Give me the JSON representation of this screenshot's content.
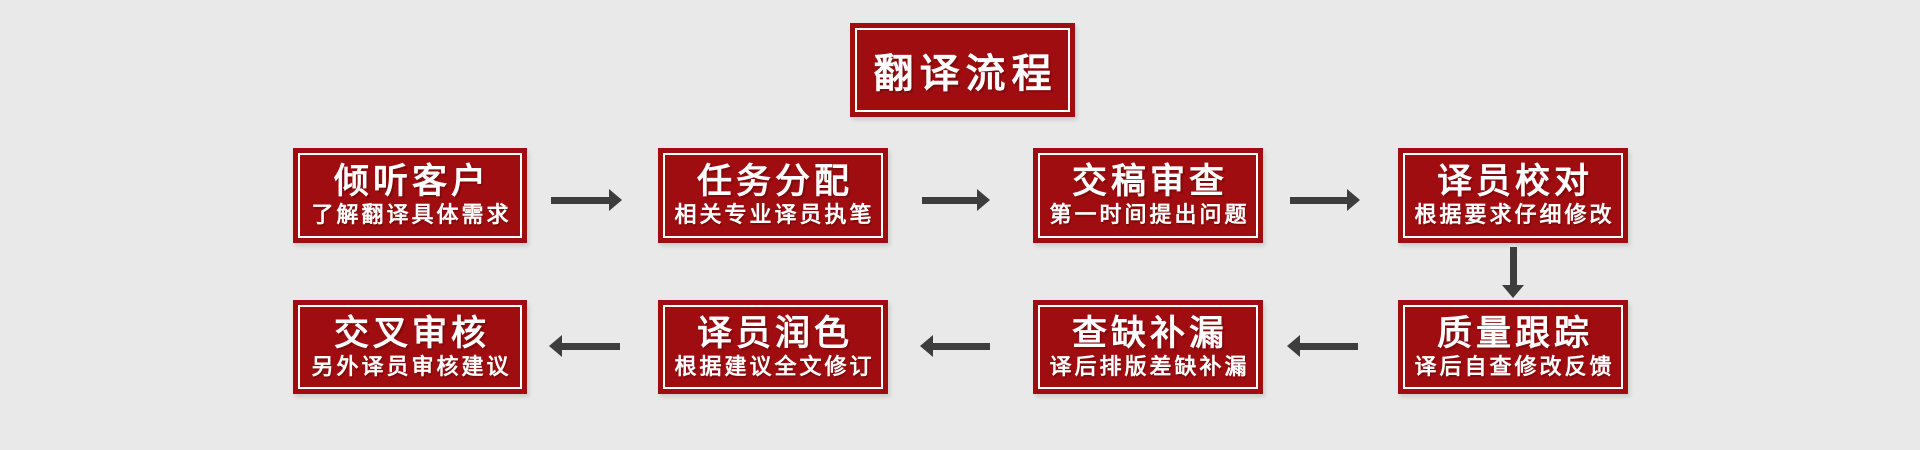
{
  "diagram": {
    "title": {
      "label": "翻译流程"
    },
    "flow_direction": "top row left-to-right, then down, then bottom row right-to-left",
    "colors": {
      "box_red": "#a00d10",
      "box_inner_border": "#ffffff",
      "text": "#ffffff",
      "arrow_gray": "#3d3d3d",
      "page_background": "#e9e9e9"
    },
    "steps": [
      {
        "title": "倾听客户",
        "subtitle": "了解翻译具体需求"
      },
      {
        "title": "任务分配",
        "subtitle": "相关专业译员执笔"
      },
      {
        "title": "交稿审查",
        "subtitle": "第一时间提出问题"
      },
      {
        "title": "译员校对",
        "subtitle": "根据要求仔细修改"
      },
      {
        "title": "质量跟踪",
        "subtitle": "译后自查修改反馈"
      },
      {
        "title": "查缺补漏",
        "subtitle": "译后排版差缺补漏"
      },
      {
        "title": "译员润色",
        "subtitle": "根据建议全文修订"
      },
      {
        "title": "交叉审核",
        "subtitle": "另外译员审核建议"
      }
    ],
    "arrows": [
      {
        "icon": "arrow-right-icon",
        "from": "倾听客户",
        "to": "任务分配"
      },
      {
        "icon": "arrow-right-icon",
        "from": "任务分配",
        "to": "交稿审查"
      },
      {
        "icon": "arrow-right-icon",
        "from": "交稿审查",
        "to": "译员校对"
      },
      {
        "icon": "arrow-down-icon",
        "from": "译员校对",
        "to": "质量跟踪"
      },
      {
        "icon": "arrow-left-icon",
        "from": "质量跟踪",
        "to": "查缺补漏"
      },
      {
        "icon": "arrow-left-icon",
        "from": "查缺补漏",
        "to": "译员润色"
      },
      {
        "icon": "arrow-left-icon",
        "from": "译员润色",
        "to": "交叉审核"
      }
    ]
  }
}
